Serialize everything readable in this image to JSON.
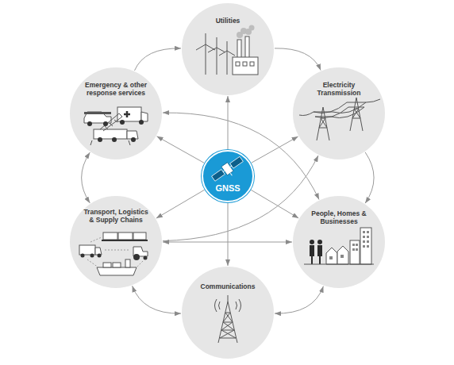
{
  "diagram": {
    "nodes": [
      {
        "text": [
          "Utilities"
        ]
      },
      {
        "text": [
          "Emergency & other response services"
        ]
      },
      {
        "text": [
          "Electricity Transmission"
        ]
      },
      {
        "text": [
          "GNSS"
        ]
      },
      {
        "text": [
          "Transport, Logistics & Supply Chains"
        ]
      },
      {
        "text": [
          "People, Homes & Businesses"
        ]
      },
      {
        "text": [
          "Communications"
        ]
      }
    ],
    "edges": [
      {
        "from": 3,
        "to": 0,
        "arrow": "to"
      },
      {
        "from": 3,
        "to": 2,
        "arrow": "to"
      },
      {
        "from": 3,
        "to": 5,
        "arrow": "to"
      },
      {
        "from": 3,
        "to": 6,
        "arrow": "to"
      },
      {
        "from": 3,
        "to": 4,
        "arrow": "to"
      },
      {
        "from": 3,
        "to": 1,
        "arrow": "to"
      },
      {
        "from": 0,
        "to": 2,
        "arrow": "to"
      },
      {
        "from": 2,
        "to": 5,
        "arrow": "to"
      },
      {
        "from": 5,
        "to": 6,
        "arrow": "both"
      },
      {
        "from": 6,
        "to": 4,
        "arrow": "both"
      },
      {
        "from": 4,
        "to": 1,
        "arrow": "both"
      },
      {
        "from": 1,
        "to": 0,
        "arrow": "to"
      },
      {
        "from": 1,
        "to": 5,
        "arrow": "both"
      },
      {
        "from": 4,
        "to": 2,
        "arrow": "to"
      },
      {
        "from": 4,
        "to": 5,
        "arrow": "both"
      }
    ]
  }
}
